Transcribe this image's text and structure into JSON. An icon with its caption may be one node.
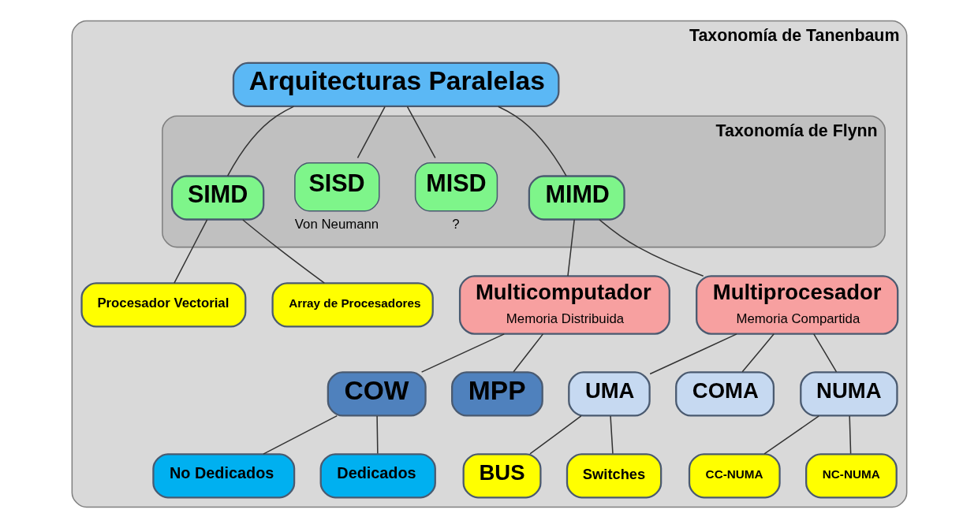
{
  "diagram": {
    "nodes": [
      {
        "text": [
          "Taxonomía de Tanenbaum"
        ]
      },
      {
        "text": [
          "Arquitecturas Paralelas"
        ],
        "in": 0
      },
      {
        "text": [
          "Taxonomía de Flynn"
        ],
        "in": 0
      },
      {
        "text": [
          "SIMD"
        ],
        "in": 2
      },
      {
        "text": [
          "SISD"
        ],
        "in": 2,
        "beside": [
          "Von Neumann"
        ]
      },
      {
        "text": [
          "MISD"
        ],
        "in": 2,
        "beside": [
          "?"
        ]
      },
      {
        "text": [
          "MIMD"
        ],
        "in": 2
      },
      {
        "text": [
          "Procesador Vectorial"
        ],
        "in": 0
      },
      {
        "text": [
          "Array de Procesadores"
        ],
        "in": 0
      },
      {
        "text": [
          "Multicomputador",
          "Memoria Distribuida"
        ],
        "in": 0
      },
      {
        "text": [
          "Multiprocesador",
          "Memoria Compartida"
        ],
        "in": 0
      },
      {
        "text": [
          "COW"
        ],
        "in": 0
      },
      {
        "text": [
          "MPP"
        ],
        "in": 0
      },
      {
        "text": [
          "No Dedicados"
        ],
        "in": 0
      },
      {
        "text": [
          "Dedicados"
        ],
        "in": 0
      },
      {
        "text": [
          "UMA"
        ],
        "in": 0
      },
      {
        "text": [
          "COMA"
        ],
        "in": 0
      },
      {
        "text": [
          "NUMA"
        ],
        "in": 0
      },
      {
        "text": [
          "BUS"
        ],
        "in": 0
      },
      {
        "text": [
          "Switches"
        ],
        "in": 0
      },
      {
        "text": [
          "CC-NUMA"
        ],
        "in": 0
      },
      {
        "text": [
          "NC-NUMA"
        ],
        "in": 0
      }
    ],
    "edges": [
      {
        "from": 1,
        "to": 3,
        "arrow": "none"
      },
      {
        "from": 1,
        "to": 4,
        "arrow": "none"
      },
      {
        "from": 1,
        "to": 5,
        "arrow": "none"
      },
      {
        "from": 1,
        "to": 6,
        "arrow": "none"
      },
      {
        "from": 3,
        "to": 7,
        "arrow": "none"
      },
      {
        "from": 3,
        "to": 8,
        "arrow": "none"
      },
      {
        "from": 6,
        "to": 9,
        "arrow": "none"
      },
      {
        "from": 6,
        "to": 10,
        "arrow": "none"
      },
      {
        "from": 9,
        "to": 11,
        "arrow": "none"
      },
      {
        "from": 9,
        "to": 12,
        "arrow": "none"
      },
      {
        "from": 11,
        "to": 13,
        "arrow": "none"
      },
      {
        "from": 11,
        "to": 14,
        "arrow": "none"
      },
      {
        "from": 10,
        "to": 15,
        "arrow": "none"
      },
      {
        "from": 10,
        "to": 16,
        "arrow": "none"
      },
      {
        "from": 10,
        "to": 17,
        "arrow": "none"
      },
      {
        "from": 15,
        "to": 18,
        "arrow": "none"
      },
      {
        "from": 15,
        "to": 19,
        "arrow": "none"
      },
      {
        "from": 17,
        "to": 20,
        "arrow": "none"
      },
      {
        "from": 17,
        "to": 21,
        "arrow": "none"
      }
    ]
  }
}
